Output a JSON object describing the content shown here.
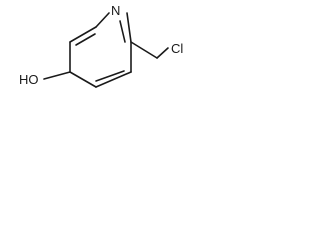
{
  "molecule": {
    "atoms": {
      "ring_nitrogen": "N",
      "hydroxyl": "HO",
      "chlorine": "Cl"
    }
  }
}
